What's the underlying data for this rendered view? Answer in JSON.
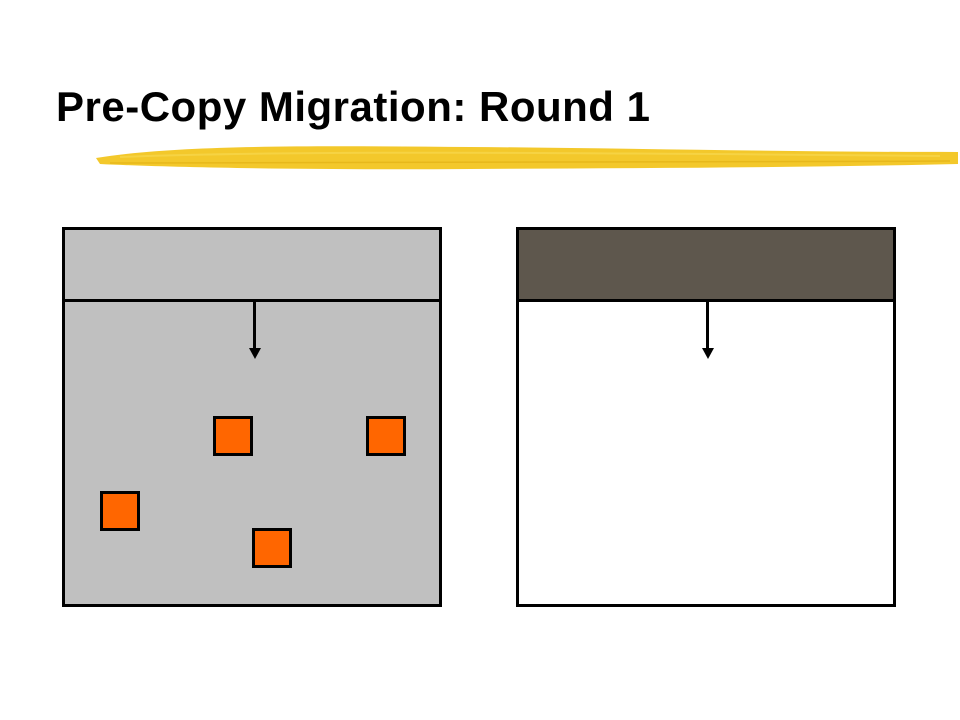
{
  "title": "Pre-Copy Migration: Round 1",
  "colors": {
    "title_text": "#000000",
    "highlighter": "#f2c319",
    "source_memory_bg": "#c0c0c0",
    "source_header_bg": "#c0c0c0",
    "destination_header_bg": "#5e574d",
    "destination_memory_bg": "#ffffff",
    "dirty_page": "#ff6600",
    "border": "#000000"
  },
  "diagram": {
    "source_host": {
      "dirty_page_count": 4
    },
    "destination_host": {
      "dirty_page_count": 0
    }
  }
}
